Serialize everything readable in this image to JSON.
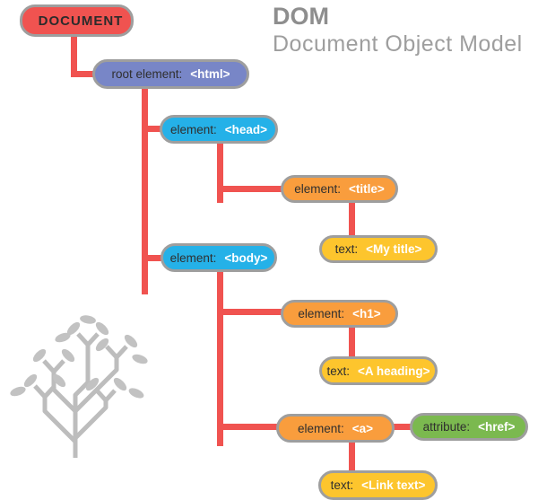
{
  "header": {
    "title": "DOM",
    "subtitle": "Document Object Model"
  },
  "palette": {
    "red": "#f05350",
    "purple": "#7886c7",
    "blue": "#25b1e8",
    "orange": "#f99d3d",
    "yellow": "#fdc52d",
    "green": "#7bb94f",
    "line": "#f05350",
    "border": "#9e9e9e",
    "title_gray": "#8e8e8e",
    "subtitle_gray": "#9e9e9e",
    "tree_gray": "#bdbdbd",
    "leaf_gray": "#c2c2c2"
  },
  "nodes": [
    {
      "id": "document",
      "label": "",
      "tag": "DOCUMENT",
      "kind": "document",
      "color": "red"
    },
    {
      "id": "html",
      "label": "root element:",
      "tag": "<html>",
      "kind": "root-element",
      "color": "purple"
    },
    {
      "id": "head",
      "label": "element:",
      "tag": "<head>",
      "kind": "element",
      "color": "blue"
    },
    {
      "id": "title",
      "label": "element:",
      "tag": "<title>",
      "kind": "element",
      "color": "orange"
    },
    {
      "id": "my-title",
      "label": "text:",
      "tag": "<My title>",
      "kind": "text",
      "color": "yellow"
    },
    {
      "id": "body",
      "label": "element:",
      "tag": "<body>",
      "kind": "element",
      "color": "blue"
    },
    {
      "id": "h1",
      "label": "element:",
      "tag": "<h1>",
      "kind": "element",
      "color": "orange"
    },
    {
      "id": "a-heading",
      "label": "text:",
      "tag": "<A heading>",
      "kind": "text",
      "color": "yellow"
    },
    {
      "id": "a",
      "label": "element:",
      "tag": "<a>",
      "kind": "element",
      "color": "orange"
    },
    {
      "id": "href",
      "label": "attribute:",
      "tag": "<href>",
      "kind": "attribute",
      "color": "green"
    },
    {
      "id": "link-text",
      "label": "text:",
      "tag": "<Link text>",
      "kind": "text",
      "color": "yellow"
    }
  ]
}
